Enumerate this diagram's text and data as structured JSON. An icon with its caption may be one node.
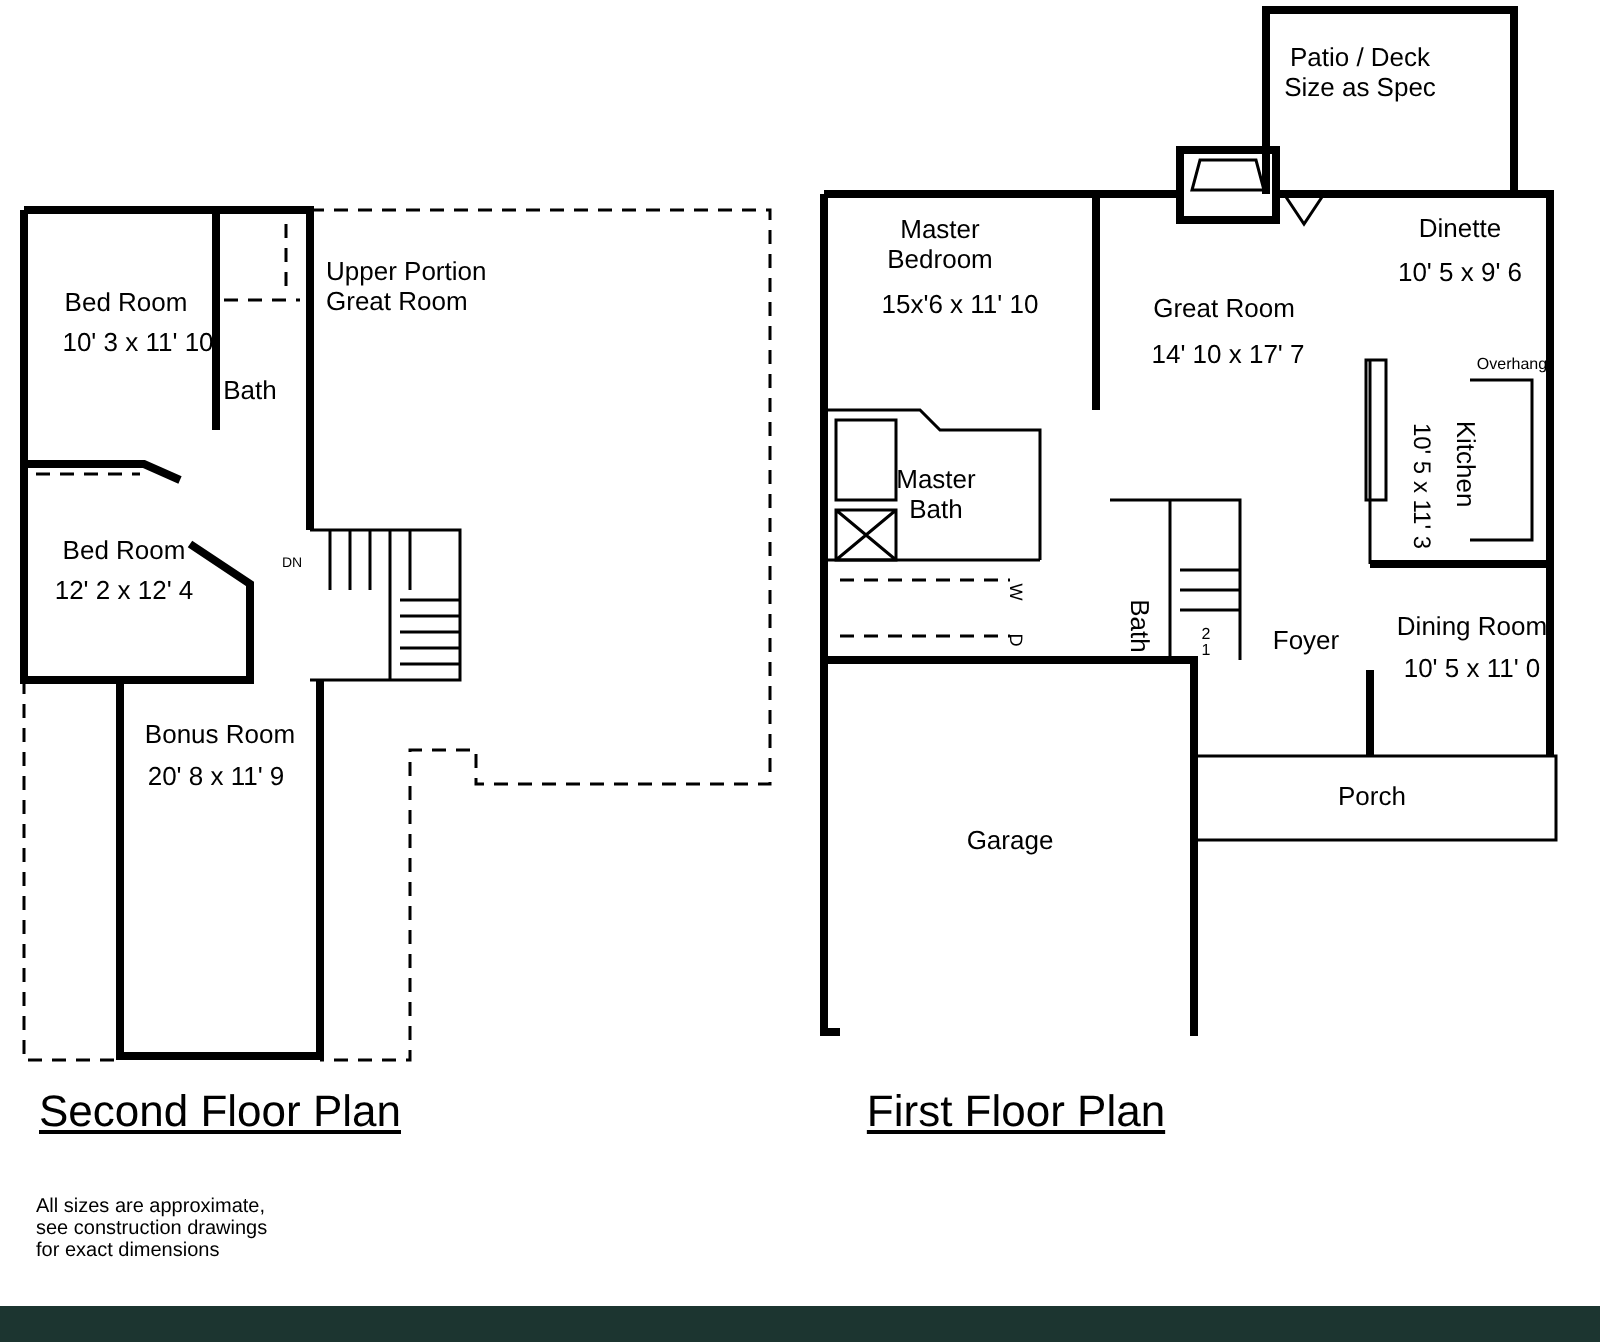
{
  "diagram": {
    "nodes": [
      {
        "text": [
          "Bed Room",
          "10' 3 x 11' 10"
        ]
      },
      {
        "text": [
          "Bath"
        ]
      },
      {
        "text": [
          "Bed Room",
          "12' 2 x 12' 4"
        ]
      },
      {
        "text": [
          "Bonus Room",
          "20' 8 x 11' 9"
        ]
      },
      {
        "text": [
          "Upper Portion Great Room"
        ]
      },
      {
        "text": [
          "Patio / Deck Size as Spec"
        ]
      },
      {
        "text": [
          "Master Bedroom",
          "15x'6 x 11' 10"
        ]
      },
      {
        "text": [
          "Great Room",
          "14' 10 x 17' 7"
        ]
      },
      {
        "text": [
          "Dinette",
          "10' 5 x 9' 6"
        ]
      },
      {
        "text": [
          "Kitchen",
          "10' 5 x 11' 3"
        ]
      },
      {
        "text": [
          "Master Bath"
        ]
      },
      {
        "text": [
          "Bath"
        ]
      },
      {
        "text": [
          "Foyer"
        ]
      },
      {
        "text": [
          "Dining Room",
          "10' 5 x 11' 0"
        ]
      },
      {
        "text": [
          "Porch"
        ]
      },
      {
        "text": [
          "Garage"
        ]
      }
    ],
    "labels": [
      "Overhang",
      "DN",
      "W",
      "2",
      "1",
      "D",
      "Second Floor Plan",
      "First Floor Plan",
      "All sizes are approximate, see construction drawings for exact dimensions"
    ]
  }
}
